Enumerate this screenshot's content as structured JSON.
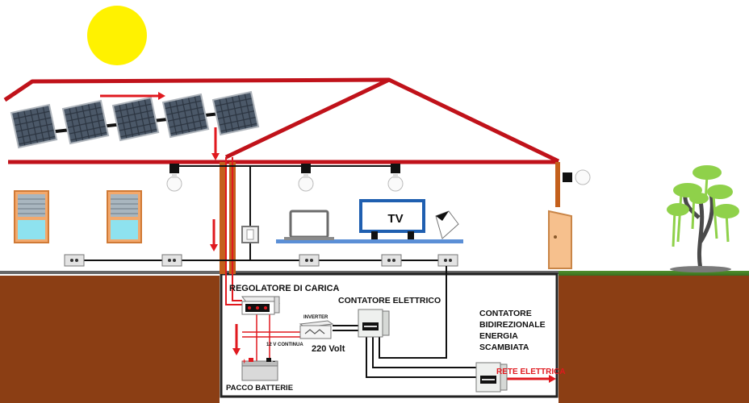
{
  "colors": {
    "roof": "#c0121a",
    "wire_dc": "#e0191f",
    "wire": "#111111",
    "ground": "#8b3e14",
    "sun": "#fff200",
    "pipe": "#c4601c",
    "shelf": "#5b8fd6",
    "tv_frame": "#1f5fb0"
  },
  "labels": {
    "tv": "TV",
    "regolatore": "REGOLATORE DI CARICA",
    "contatore_elettrico": "CONTATORE ELETTRICO",
    "inverter": "INVERTER",
    "dc_12v": "12 V CONTINUA",
    "ac_220v": "220 Volt",
    "bidirezionale": [
      "CONTATORE",
      "BIDIREZIONALE",
      "ENERGIA",
      "SCAMBIATA"
    ],
    "rete": "RETE ELETTRICA",
    "batterie": "PACCO BATTERIE",
    "plus": "+",
    "minus": "-"
  },
  "icons": {
    "sun": "sun-icon",
    "panel": "solar-panel-icon",
    "bulb": "light-bulb-icon",
    "laptop": "laptop-icon",
    "tv": "tv-icon",
    "lamp": "desk-lamp-icon",
    "socket": "power-socket-icon",
    "switch": "wall-switch-icon",
    "window": "window-icon",
    "door": "door-icon",
    "tree": "tree-icon",
    "battery": "battery-icon",
    "inverter": "inverter-icon",
    "meter": "meter-icon",
    "regulator": "charge-regulator-icon"
  }
}
